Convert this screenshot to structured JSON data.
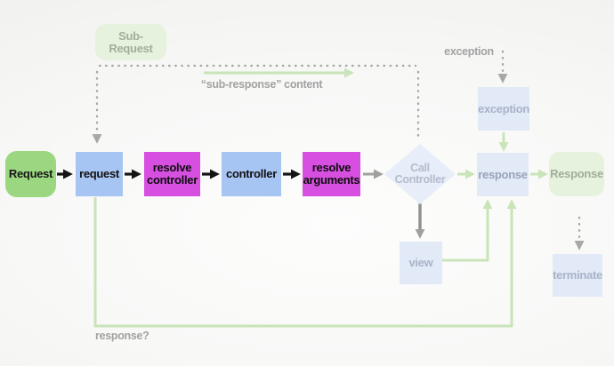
{
  "diagram": {
    "title": "http-kernel request handling flow",
    "nodes": {
      "sub_request": {
        "label": "Sub-Request"
      },
      "request_start": {
        "label": "Request"
      },
      "request": {
        "label": "request"
      },
      "resolve_controller": {
        "label": "resolve controller"
      },
      "controller": {
        "label": "controller"
      },
      "resolve_arguments": {
        "label": "resolve arguments"
      },
      "call_controller": {
        "label": "Call Controller"
      },
      "exception_handler": {
        "label": "exception"
      },
      "response": {
        "label": "response"
      },
      "response_end": {
        "label": "Response"
      },
      "view": {
        "label": "view"
      },
      "terminate": {
        "label": "terminate"
      }
    },
    "annotations": {
      "exception_label": {
        "label": "exception"
      },
      "sub_response_label": {
        "label": "“sub-response” content"
      },
      "response_question": {
        "label": "response?"
      }
    },
    "colors": {
      "active_green": "#9bd680",
      "active_blue": "#a7c5f3",
      "active_magenta": "#d64fe0",
      "faded_blue": "#e2eaf8",
      "faded_green": "#e6f2dd",
      "arrow_black": "#141414",
      "arrow_gray": "#9b9b9b",
      "arrow_green": "#c9e4b8",
      "label_gray": "#a2a2a2"
    }
  }
}
